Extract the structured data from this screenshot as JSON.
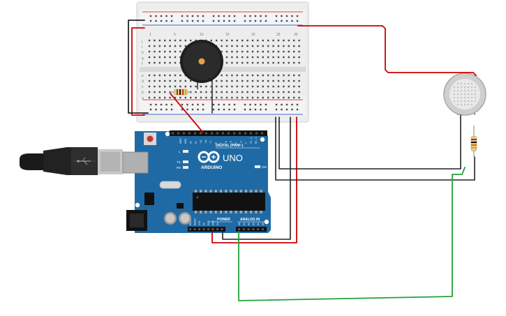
{
  "breadboard": {
    "column_numbers_top": [
      "1",
      "5",
      "10",
      "15",
      "20",
      "25",
      "30"
    ],
    "row_letters_top": [
      "j",
      "i",
      "h",
      "g",
      "f"
    ],
    "row_letters_bottom": [
      "e",
      "d",
      "c",
      "b",
      "a"
    ]
  },
  "arduino": {
    "logo_text": "ARDUINO",
    "model": "UNO",
    "digital_header_label": "DIGITAL (PWM~)",
    "power_header_label": "POWER",
    "analog_header_label": "ANALOG IN",
    "led_labels": [
      "L",
      "TX",
      "RX"
    ],
    "on_label": "ON",
    "digital_pin_labels": [
      "AREF",
      "GND",
      "13",
      "12",
      "~11",
      "~10",
      "~9",
      "8",
      "7",
      "~6",
      "~5",
      "4",
      "~3",
      "2",
      "TX→1",
      "RX←0"
    ],
    "power_pin_labels": [
      "IOREF",
      "RESET",
      "3.3V",
      "5V",
      "GND",
      "GND",
      "Vin"
    ],
    "analog_pin_labels": [
      "A0",
      "A1",
      "A2",
      "A3",
      "A4",
      "A5"
    ]
  },
  "components": {
    "buzzer": "piezo-buzzer",
    "gas_sensor": "gas-sensor",
    "resistors": 2,
    "usb_cable": "usb-b-cable"
  },
  "wire_colors": {
    "power": "#cc0000",
    "ground": "#222222",
    "signal": "#23a13a"
  }
}
